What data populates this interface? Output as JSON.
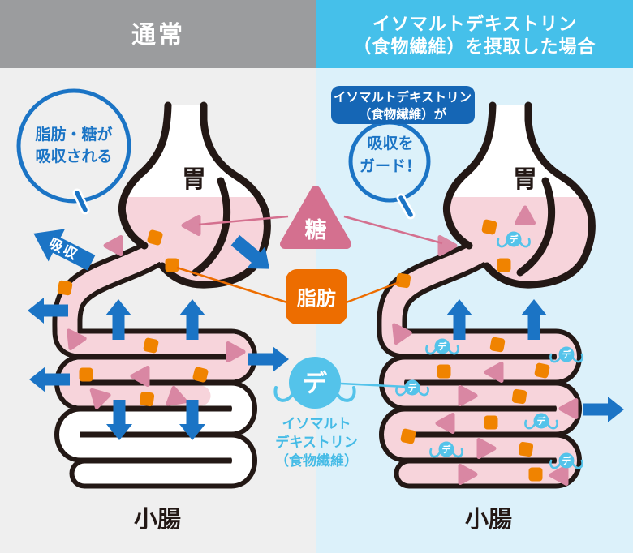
{
  "header": {
    "left_title": "通常",
    "right_title_line1": "イソマルトデキストリン",
    "right_title_line2": "（食物繊維）を摂取した場合"
  },
  "left_panel": {
    "bubble_line1": "脂肪・糖が",
    "bubble_line2": "吸収される",
    "absorption_arrow_label": "吸収",
    "stomach_label": "胃",
    "intestine_label": "小腸"
  },
  "right_panel": {
    "bubble_box_line1": "イソマルトデキストリン",
    "bubble_box_line2": "（食物繊維）が",
    "bubble_line1": "吸収を",
    "bubble_line2": "ガード！",
    "stomach_label": "胃",
    "intestine_label": "小腸"
  },
  "legend": {
    "sugar_label": "糖",
    "fat_label": "脂肪",
    "dextrin_symbol": "デ",
    "dextrin_caption_line1": "イソマルト",
    "dextrin_caption_line2": "デキストリン",
    "dextrin_caption_line3": "（食物繊維）"
  },
  "colors": {
    "header_gray": "#9b9c9e",
    "header_blue": "#45c0ea",
    "panel_left_bg": "#efefef",
    "panel_right_bg": "#dcf1fa",
    "outline_black": "#231815",
    "organ_pink": "#f7d4db",
    "arrow_blue": "#1b74c5",
    "bubble_blue": "#1b74c5",
    "label_box_blue": "#1566b5",
    "sugar_pink": "#d4708f",
    "sugar_particle_pink": "#d987a3",
    "fat_orange": "#ed6d00",
    "fat_particle_orange": "#f08300",
    "dextrin_blue": "#54c3ea"
  }
}
